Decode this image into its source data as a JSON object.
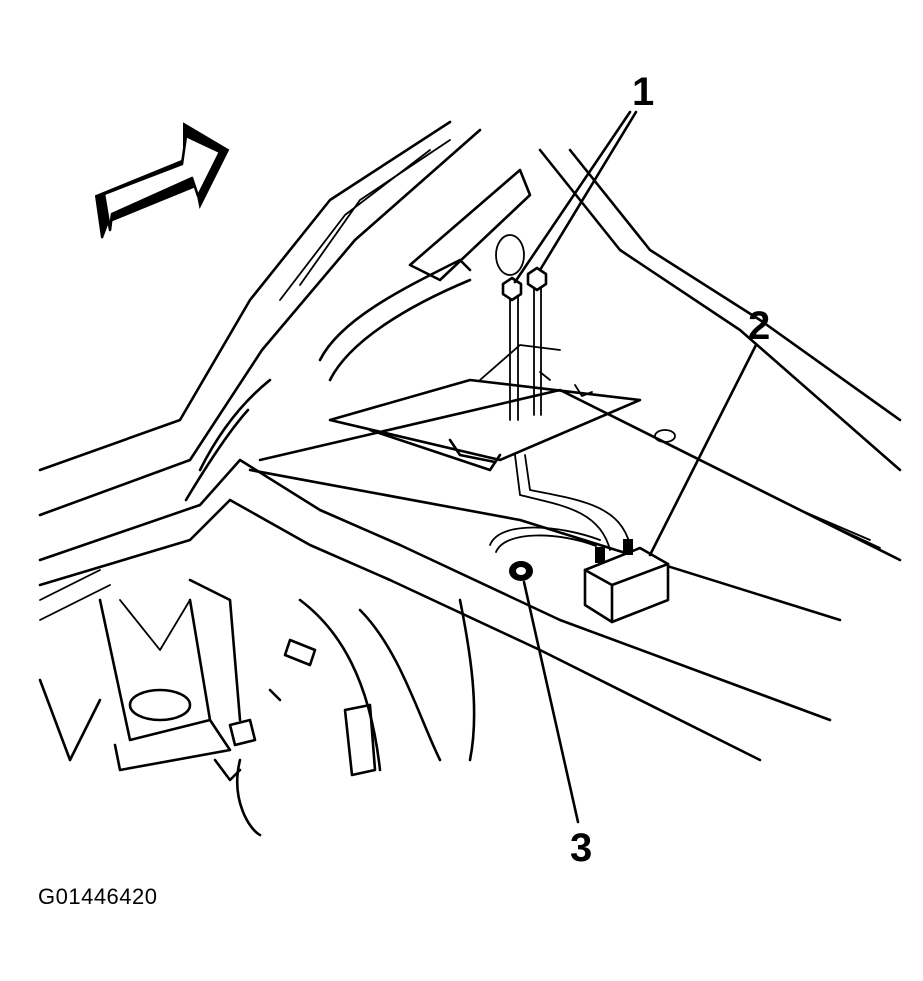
{
  "callouts": {
    "c1": "1",
    "c2": "2",
    "c3": "3"
  },
  "figure_id": "G01446420"
}
